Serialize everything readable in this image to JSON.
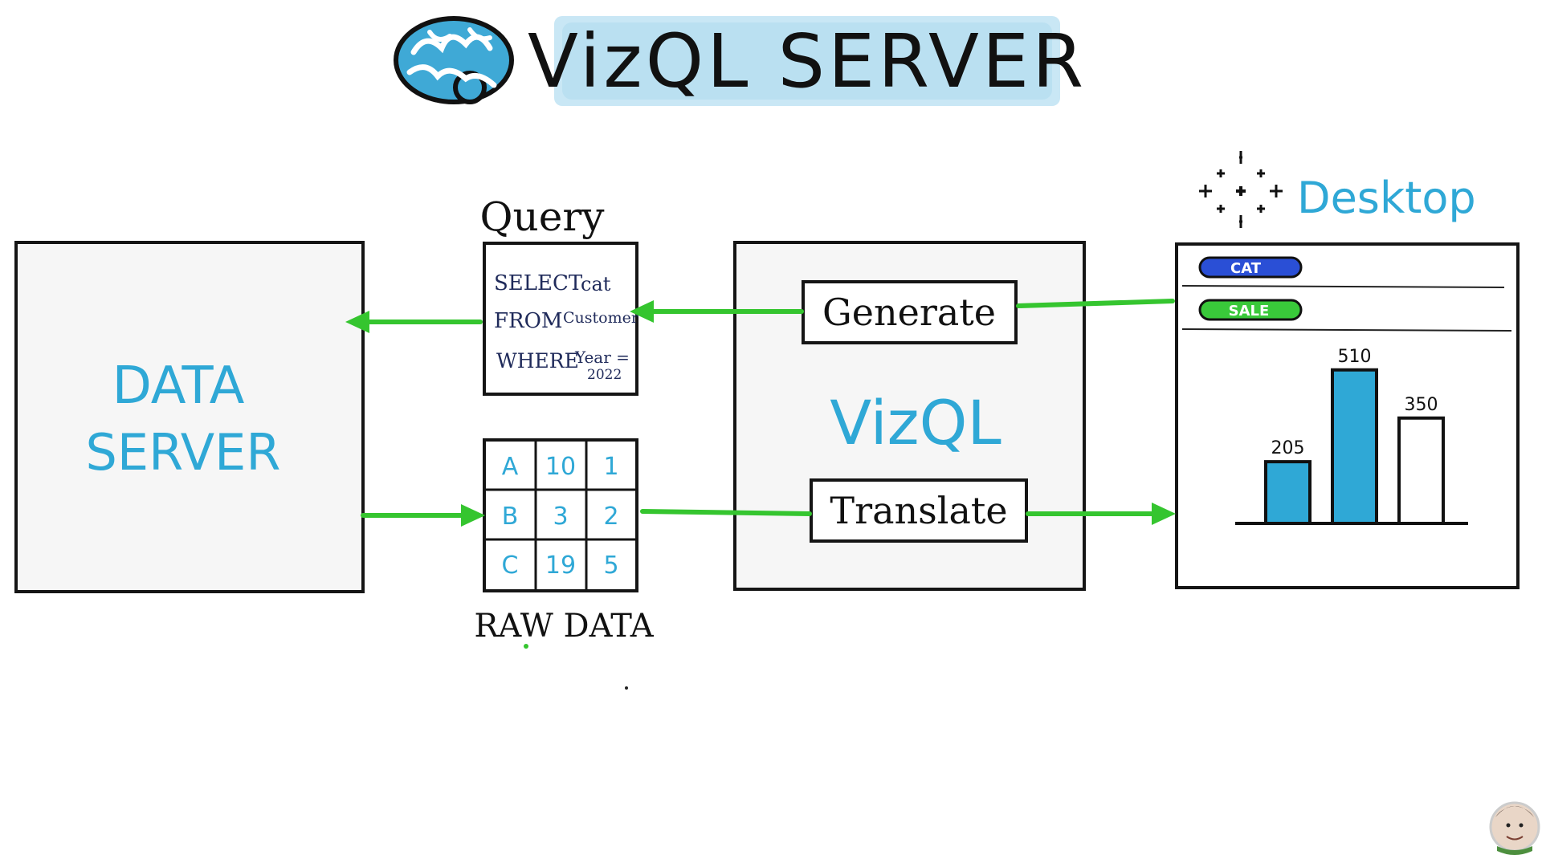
{
  "title": "VizQL SERVER",
  "data_server": {
    "line1": "DATA",
    "line2": "SERVER"
  },
  "query": {
    "label": "Query",
    "sql_select_kw": "SELECT",
    "sql_select_val": "cat",
    "sql_from_kw": "FROM",
    "sql_from_val": "Customer",
    "sql_where_kw": "WHERE",
    "sql_where_val1": "Year =",
    "sql_where_val2": "2022"
  },
  "raw_data": {
    "label": "RAW DATA",
    "rows": [
      [
        "A",
        "10",
        "1"
      ],
      [
        "B",
        "3",
        "2"
      ],
      [
        "C",
        "19",
        "5"
      ]
    ]
  },
  "vizql": {
    "center_label": "VizQL",
    "generate_label": "Generate",
    "translate_label": "Translate"
  },
  "desktop": {
    "label": "Desktop",
    "pill_cat": "CAT",
    "pill_sale": "SALE",
    "pill_cat_color": "#2a4fd6",
    "pill_sale_color": "#39c93a"
  },
  "chart_data": {
    "type": "bar",
    "categories": [
      "",
      "",
      ""
    ],
    "values": [
      205,
      510,
      350
    ],
    "data_labels": [
      "205",
      "510",
      "350"
    ],
    "ylim": [
      0,
      560
    ],
    "bar_fills": [
      "#2fa8d6",
      "#2fa8d6",
      "#ffffff"
    ],
    "title": "",
    "xlabel": "",
    "ylabel": ""
  },
  "colors": {
    "accent_blue": "#2fa8d6",
    "arrow_green": "#35c52f",
    "title_highlight": "#bfe3f3"
  }
}
